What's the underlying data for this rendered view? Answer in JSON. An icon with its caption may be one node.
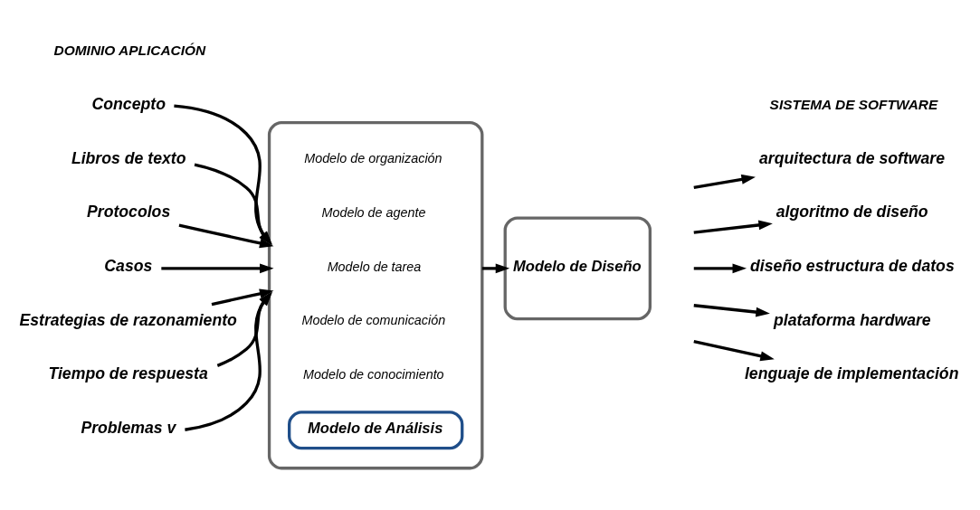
{
  "diagram": {
    "nodes": [
      {
        "text": [],
        "shape": "box"
      },
      {
        "text": [
          "Modelo de Análisis"
        ],
        "in": 0
      },
      {
        "text": [
          "Modelo de conocimiento"
        ],
        "in": 0
      },
      {
        "text": [
          "Modelo de comunicación"
        ],
        "in": 0
      },
      {
        "text": [
          "Modelo de tarea"
        ],
        "in": 0
      },
      {
        "text": [
          "Modelo de agente"
        ],
        "in": 0
      },
      {
        "text": [
          "Modelo de organización"
        ],
        "in": 0
      },
      {
        "text": [
          "Modelo de Diseño"
        ]
      },
      {
        "text": [
          "Concepto"
        ]
      },
      {
        "text": [
          "Libros de texto"
        ]
      },
      {
        "text": [
          "Protocolos"
        ]
      },
      {
        "text": [
          "Casos"
        ]
      },
      {
        "text": [
          "Estrategias de razonamiento"
        ]
      },
      {
        "text": [
          "Tiempo de respuesta"
        ]
      },
      {
        "text": [
          "Problemas v"
        ]
      },
      {
        "text": [
          "arquitectura de software"
        ]
      },
      {
        "text": [
          "algoritmo de diseño"
        ]
      },
      {
        "text": [
          "diseño estructura de datos"
        ]
      },
      {
        "text": [
          "plataforma hardware"
        ]
      },
      {
        "text": [
          "lenguaje de implementación"
        ]
      }
    ],
    "edges": [
      {
        "from": 8,
        "to": 0,
        "arrow": "to"
      },
      {
        "from": 9,
        "to": 0,
        "arrow": "to"
      },
      {
        "from": 10,
        "to": 0,
        "arrow": "to"
      },
      {
        "from": 11,
        "to": 0,
        "arrow": "to"
      },
      {
        "from": 12,
        "to": 0,
        "arrow": "to"
      },
      {
        "from": 13,
        "to": 0,
        "arrow": "to"
      },
      {
        "from": 14,
        "to": 0,
        "arrow": "to"
      },
      {
        "from": 0,
        "to": 7,
        "arrow": "to"
      },
      {
        "from": null,
        "to": 15,
        "arrow": "to"
      },
      {
        "from": null,
        "to": 16,
        "arrow": "to"
      },
      {
        "from": null,
        "to": 17,
        "arrow": "to"
      },
      {
        "from": null,
        "to": 18,
        "arrow": "to"
      },
      {
        "from": null,
        "to": 19,
        "arrow": "to"
      }
    ],
    "labels": [
      "DOMINIO APLICACIÓN",
      "SISTEMA DE SOFTWARE"
    ]
  }
}
